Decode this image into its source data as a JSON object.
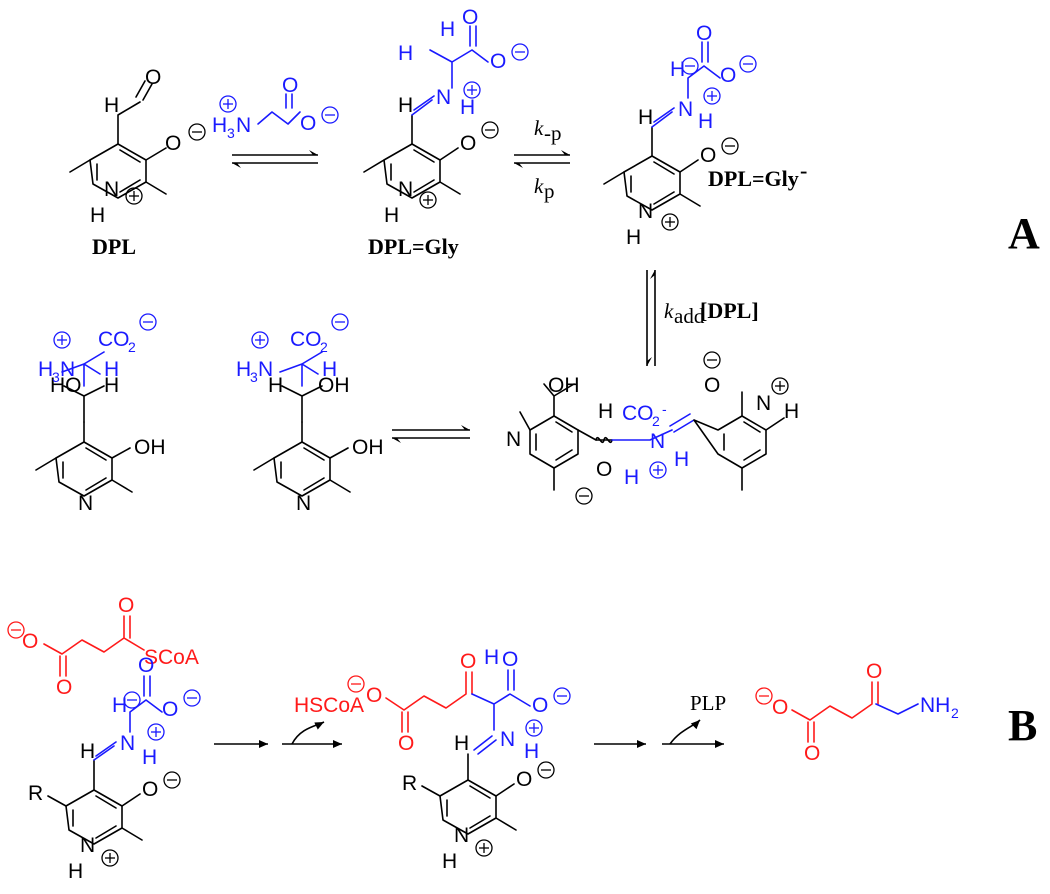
{
  "panels": {
    "a": "A",
    "b": "B"
  },
  "labels": {
    "dpl": "DPL",
    "dpl_gly": "DPL=Gly",
    "dpl_gly_anion": "DPL=Gly"
  },
  "rates": {
    "km": "k",
    "km_sub": "-p",
    "kp": "k",
    "kp_sub": "p",
    "kadd": "k",
    "kadd_sub": "add",
    "kadd_br": "[DPL]"
  },
  "reagents": {
    "hscoa": "HSCoA",
    "scoa": "SCoA",
    "plp": "PLP"
  },
  "colors": {
    "glycine": "#1a1aff",
    "succinyl": "#ff1a1a",
    "core": "#000000"
  }
}
